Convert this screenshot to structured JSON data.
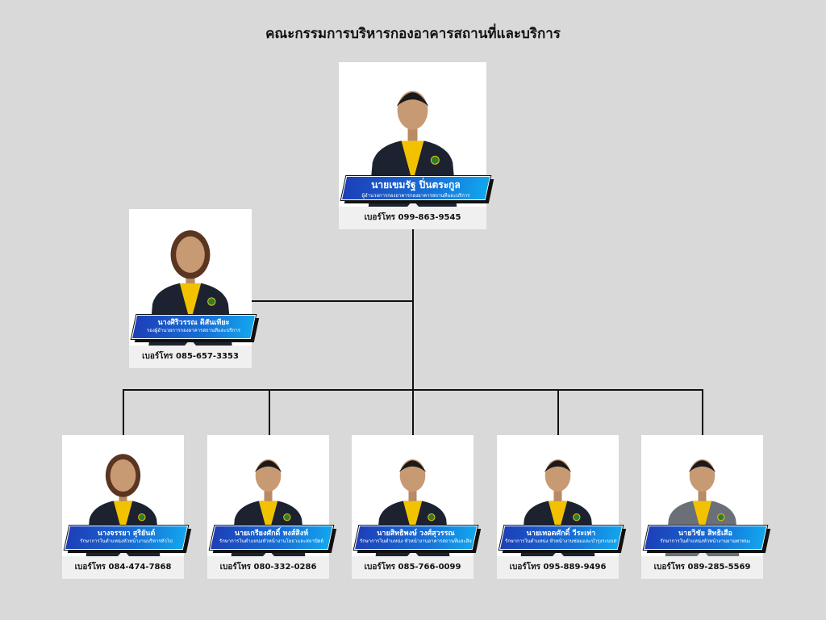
{
  "title": "คณะกรรมการบริหารกองอาคารสถานที่และบริการ",
  "colors": {
    "background": "#d9d9d9",
    "banner_start": "#1d3fb8",
    "banner_end": "#12a6ee",
    "shirt": "#f2c200",
    "suit": "#1c2230"
  },
  "director": {
    "name": "นายเขมรัฐ ปิ่นตระกูล",
    "role": "ผู้อำนวยการกองอาคารกองอาคารสถานที่และบริการ",
    "phone": "เบอร์โทร 099-863-9545"
  },
  "deputy": {
    "name": "นางศิริวรรณ ดิสันเทียะ",
    "role": "รองผู้อำนวยการกองอาคารสถานที่และบริการ",
    "phone": "เบอร์โทร 085-657-3353"
  },
  "staff": [
    {
      "name": "นางจรรยา สุริยันต์",
      "role": "รักษาการในตำแหน่งหัวหน้างานบริหารทั่วไป",
      "phone": "เบอร์โทร 084-474-7868"
    },
    {
      "name": "นายเกรียงศักดิ์ หงส์สิงห์",
      "role": "รักษาการในตำแหน่งหัวหน้างานโยธาและสถาปัตย์",
      "phone": "เบอร์โทร 080-332-0286"
    },
    {
      "name": "นายสิทธิพงษ์ วงศ์สุวรรณ",
      "role": "รักษาการในตำแหน่ง หัวหน้างานอาคารสถานที่และสิ่งแวดล้อม",
      "phone": "เบอร์โทร 085-766-0099"
    },
    {
      "name": "นายเทอดศักดิ์ วีระเท่า",
      "role": "รักษาการในตำแหน่ง หัวหน้างานซ่อมและบำรุงระบบสาธารณูปโภค",
      "phone": "เบอร์โทร 095-889-9496"
    },
    {
      "name": "นายวิชัย สิทธิเสือ",
      "role": "รักษาการในตำแหน่งหัวหน้างานยานพาหนะ",
      "phone": "เบอร์โทร 089-285-5569"
    }
  ]
}
